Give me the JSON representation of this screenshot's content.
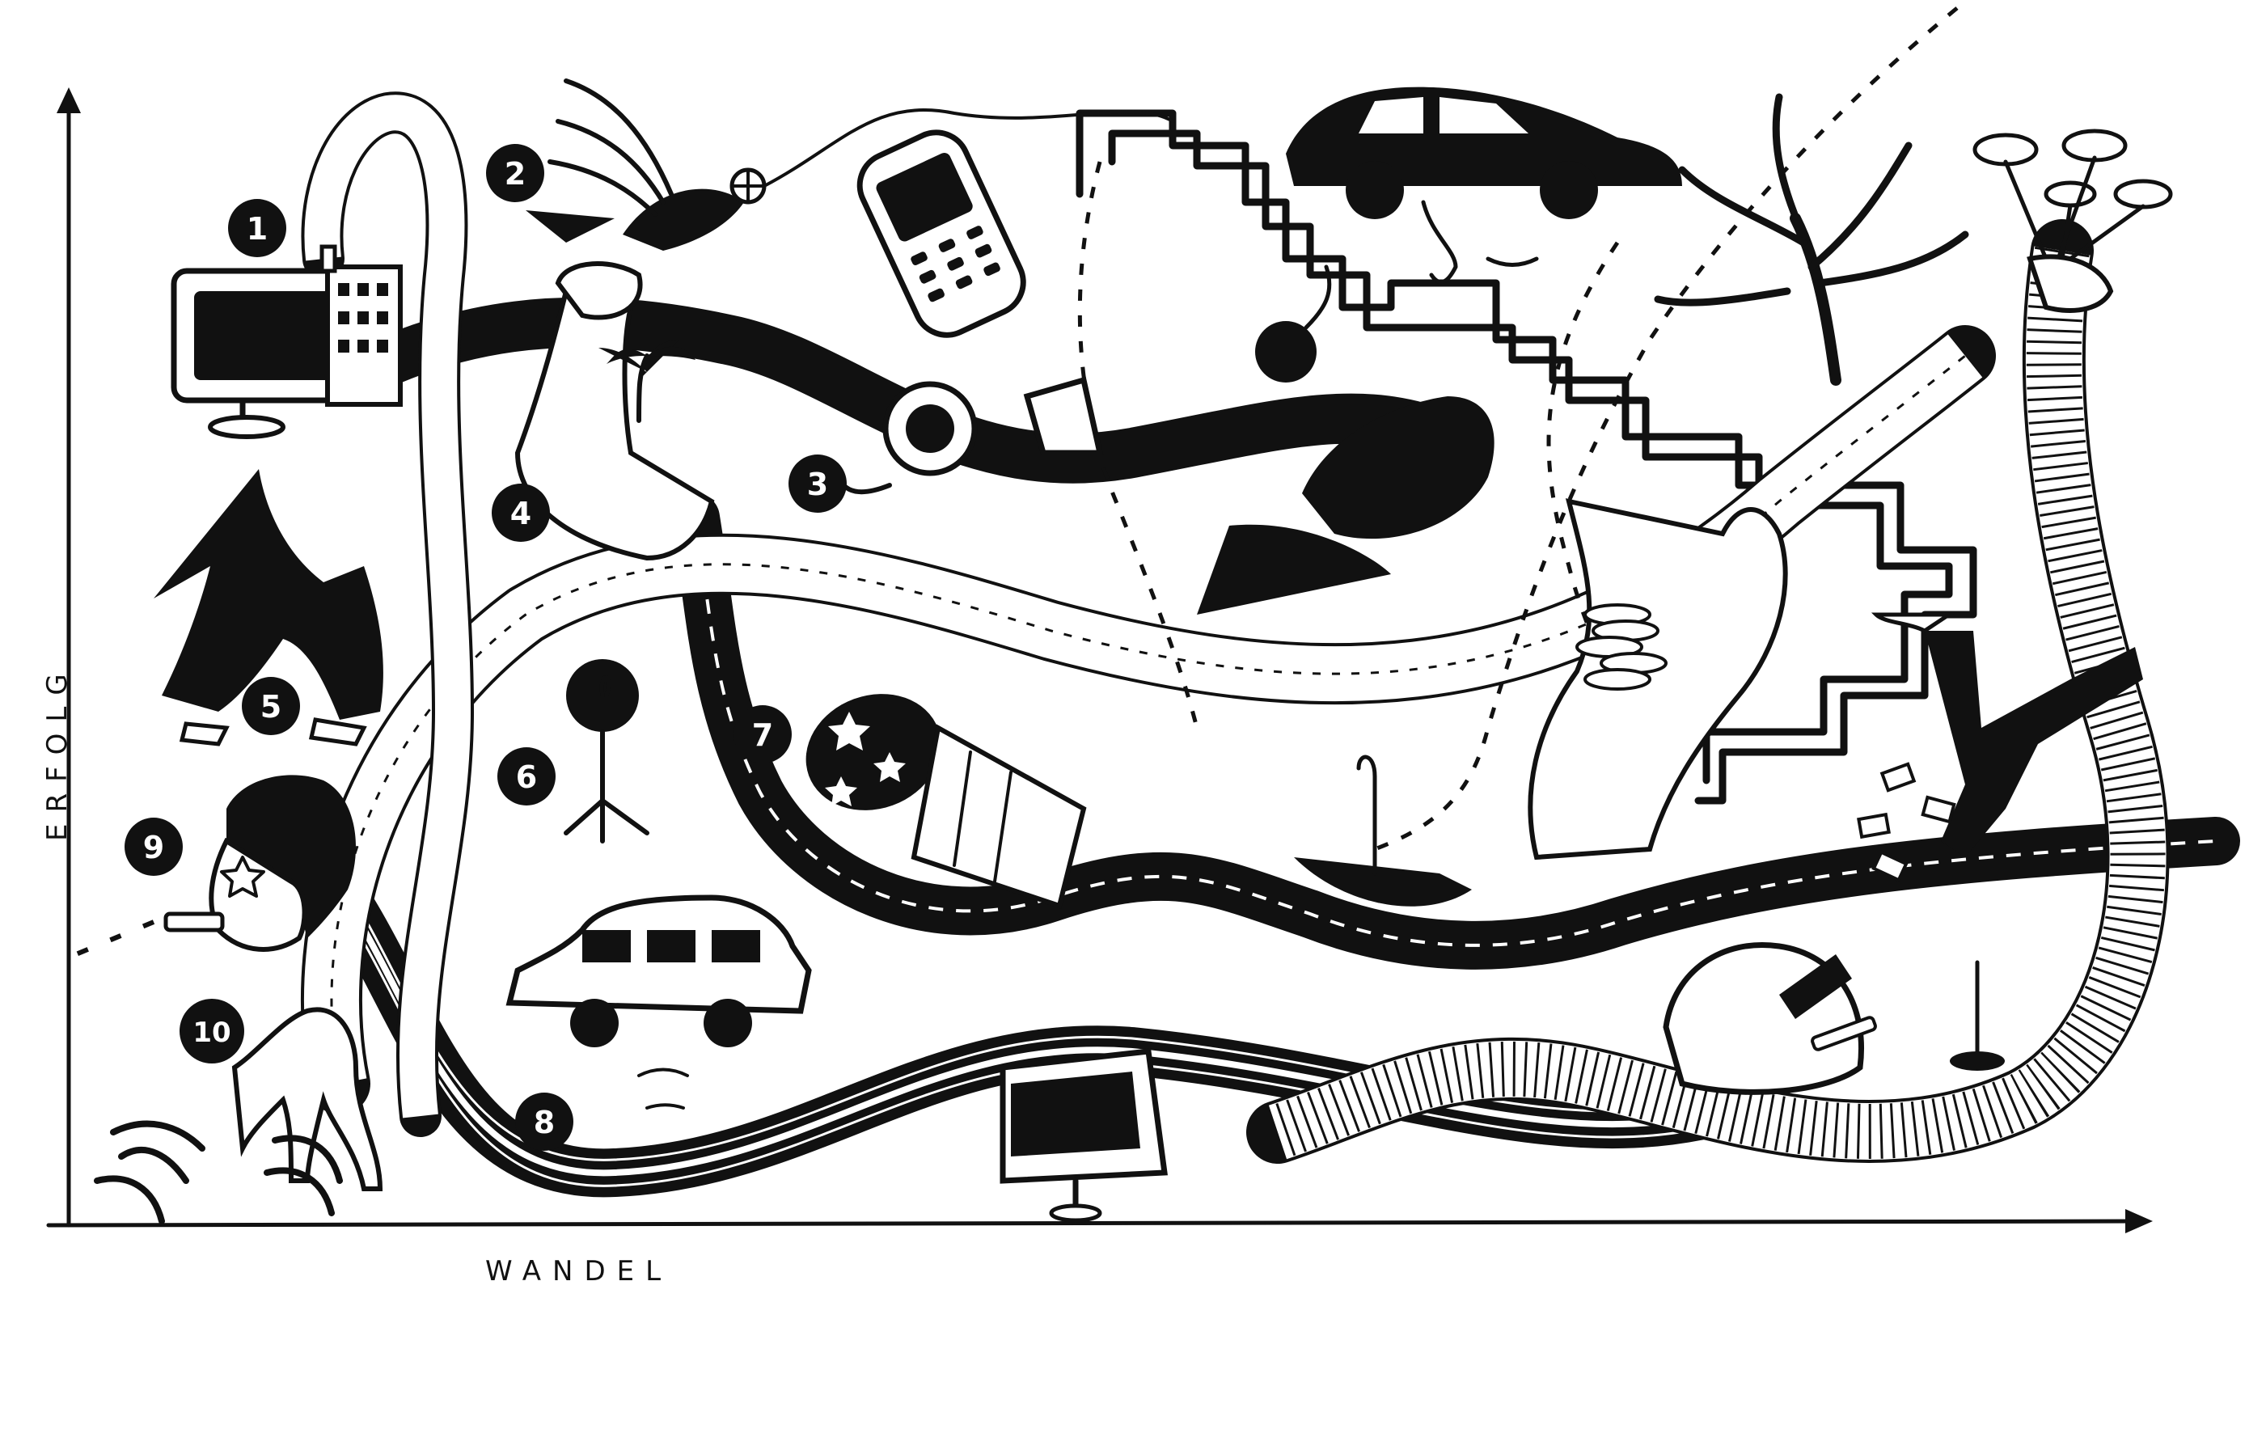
{
  "axes": {
    "y_label": "ERFOLG",
    "x_label": "WANDEL"
  },
  "markers": [
    "1",
    "2",
    "3",
    "4",
    "5",
    "6",
    "7",
    "8",
    "9",
    "10"
  ],
  "colors": {
    "ink": "#111111",
    "paper": "#ffffff"
  },
  "icons": {
    "marker": "numbered-circle-badge",
    "arrow": "arrowhead-icon"
  }
}
